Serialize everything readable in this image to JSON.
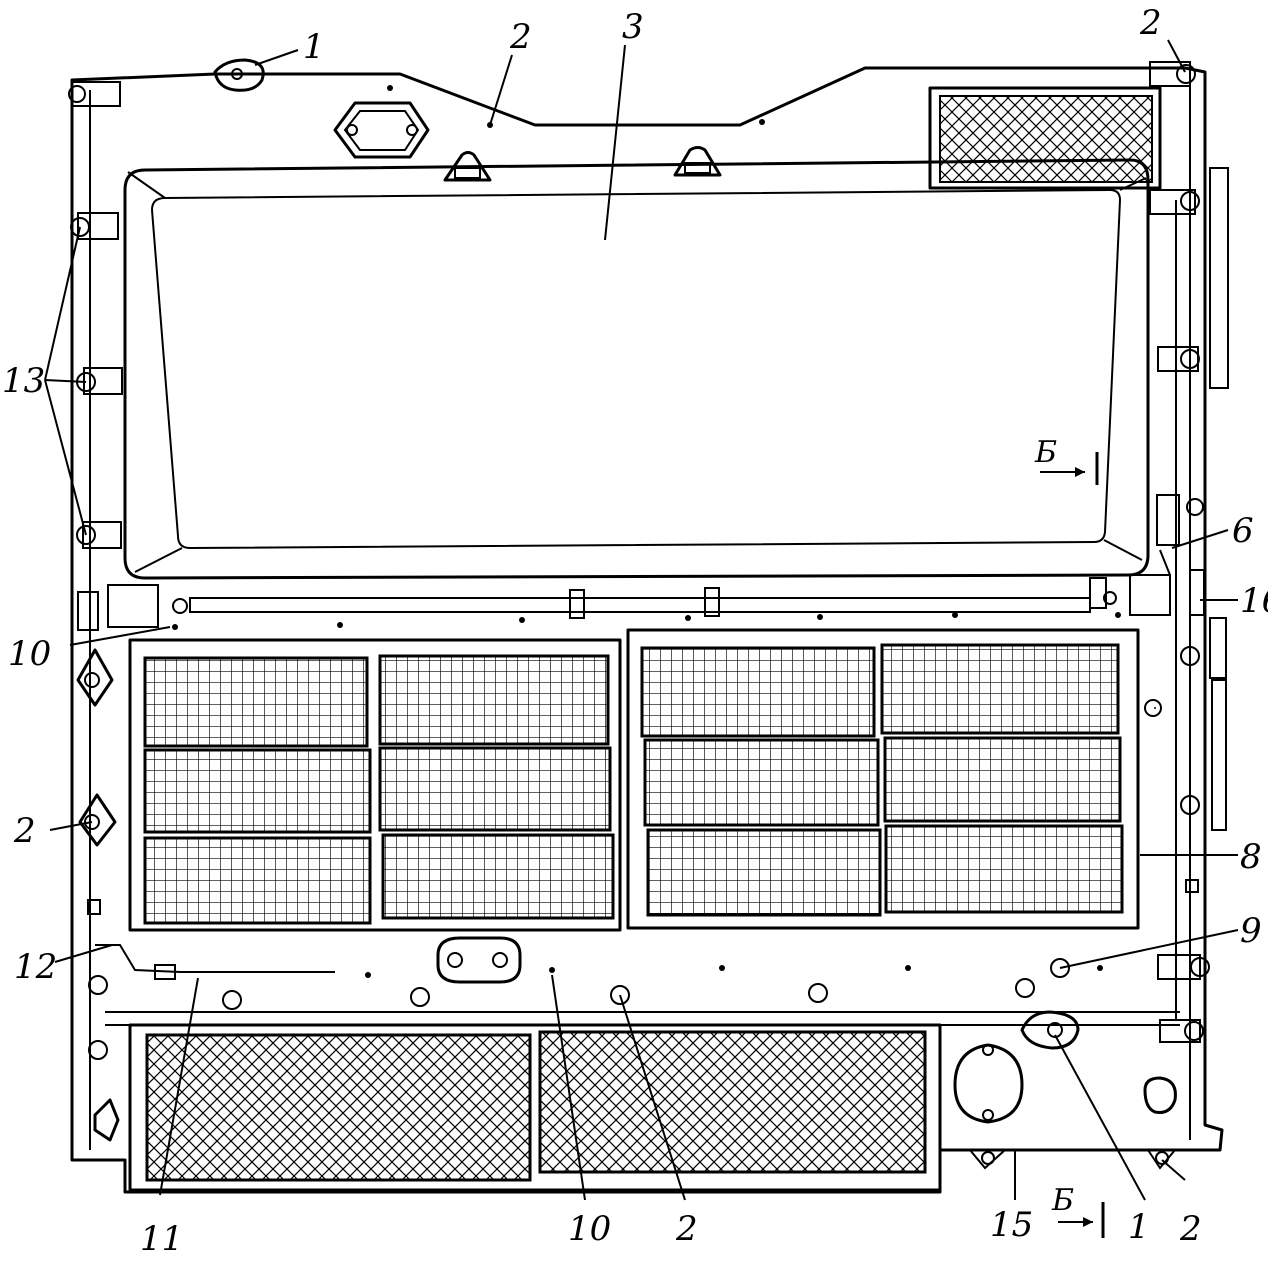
{
  "callouts": {
    "c1_top": "1",
    "c2_top": "2",
    "c3": "3",
    "c2_topright": "2",
    "c13": "13",
    "c6": "6",
    "c16": "16",
    "c10_left": "10",
    "c2_left": "2",
    "c8": "8",
    "c12": "12",
    "c9": "9",
    "c11": "11",
    "c10_bottom": "10",
    "c2_bottom": "2",
    "c15": "15",
    "c1_bottom": "1",
    "c2_bottomright": "2"
  },
  "section_marks": {
    "upper": "Б",
    "lower": "Б"
  }
}
